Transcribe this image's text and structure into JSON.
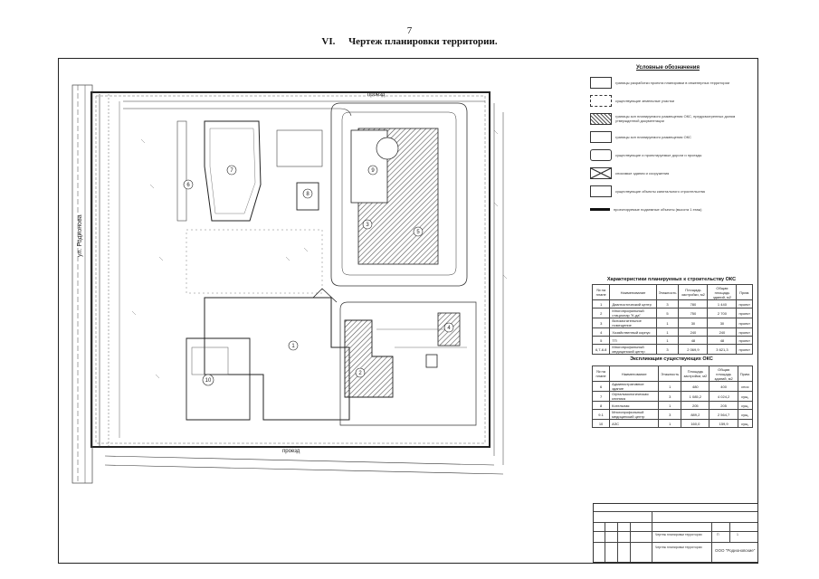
{
  "header": {
    "page_number": "7",
    "section_number": "VI.",
    "section_title": "Чертеж планировки территории."
  },
  "plan": {
    "street_label": "ул. Родионова",
    "road_label_top": "проезд",
    "road_label_bottom": "проезд",
    "zone_numbers": [
      "1",
      "2",
      "3",
      "4",
      "5",
      "6",
      "7",
      "8",
      "9",
      "10"
    ]
  },
  "legend": {
    "title": "Условные обозначения",
    "items": [
      "границы разработки проекта планировки в инженерных территории",
      "существующие земельные участки",
      "границы зон планируемого размещения ОКС, предусмотренных долям утвержденной документации",
      "границы зон планируемого размещения ОКС",
      "существующие и проектируемые дороги и проезды",
      "сносимые здания и сооружения",
      "существующие объекты капитального строительства",
      "проектируемые подземные объекты (высота 1 этаж)"
    ]
  },
  "table1": {
    "title": "Характеристики планируемых к строительству ОКС",
    "headers": [
      "№ на плане",
      "Наименование",
      "Этажность",
      "Площадь застройки, м2",
      "Общая площадь зданий, м2",
      "Прим."
    ],
    "rows": [
      [
        "1",
        "Диагностический центр",
        "3",
        "780",
        "1 440",
        "проект"
      ],
      [
        "2",
        "Многопрофильный стационар \"К-да\"",
        "5",
        "750",
        "2 700",
        "проект"
      ],
      [
        "3",
        "Вспомогательное помещение",
        "1",
        "30",
        "30",
        "проект"
      ],
      [
        "4",
        "Хозяйственный корпус",
        "1",
        "240",
        "240",
        "проект"
      ],
      [
        "5",
        "ТП",
        "1",
        "48",
        "48",
        "проект"
      ],
      [
        "6,7-6.8",
        "Многопрофильный медицинский центр",
        "3",
        "2 069,9",
        "3 621,3",
        "проект"
      ]
    ]
  },
  "table2": {
    "title": "Экспликация существующих ОКС",
    "headers": [
      "№ на плане",
      "Наименование",
      "Этажность",
      "Площадь застройки, м2",
      "Общая площадь зданий, м2",
      "Прим."
    ],
    "rows": [
      [
        "6",
        "Административное здание",
        "1",
        "480",
        "400",
        "снос"
      ],
      [
        "7",
        "Офтальмологическая клиника",
        "3",
        "1 085,2",
        "4 024,2",
        "сущ."
      ],
      [
        "8",
        "Котельная",
        "1",
        "205",
        "205",
        "сущ."
      ],
      [
        "9.1",
        "Многопрофильный медицинский центр",
        "3",
        "889,2",
        "2 564,7",
        "сущ."
      ],
      [
        "10",
        "АЗС",
        "1",
        "160,0",
        "159,9",
        "сущ."
      ]
    ]
  },
  "stamp": {
    "org": "ООО \"Родионовские\"",
    "sheet_name": "Чертеж планировки территории",
    "drawing_title": "Чертеж планировки территории",
    "stage": "П",
    "sheet": "1"
  },
  "colors": {
    "line": "#222222",
    "hatch": "#555555",
    "paper": "#ffffff"
  }
}
